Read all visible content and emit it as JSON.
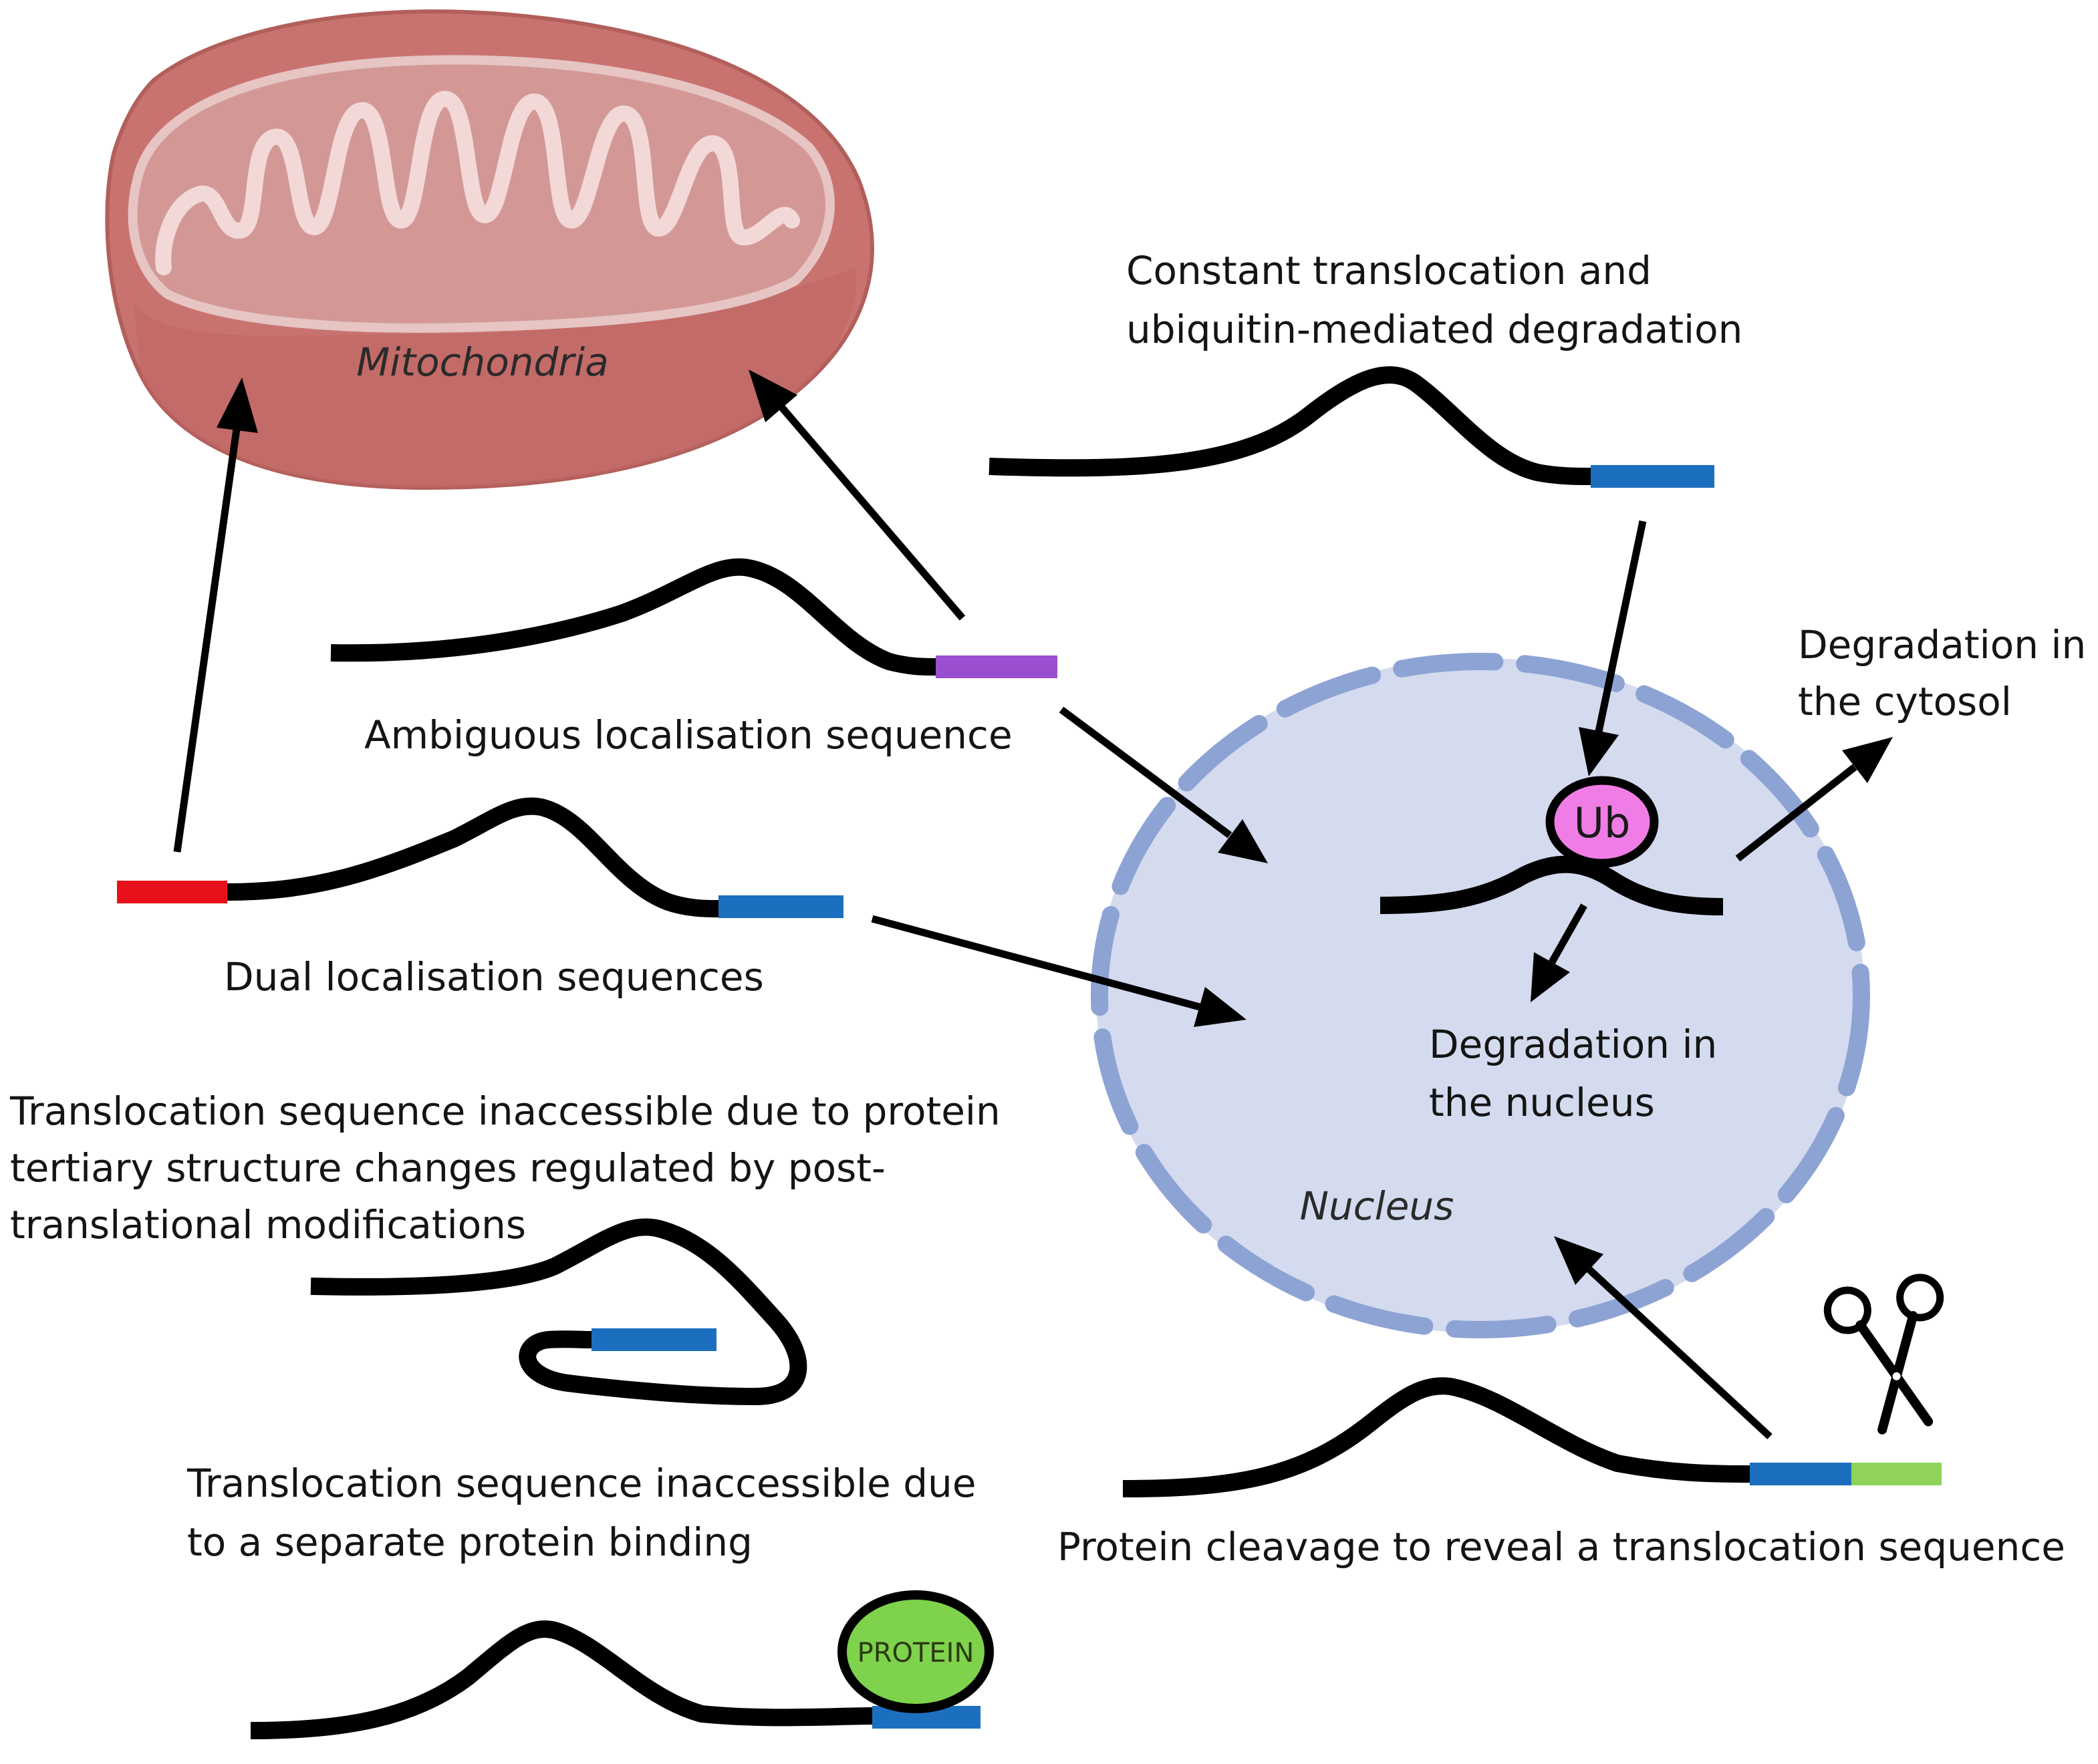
{
  "labels": {
    "mitochondria": "Mitochondria",
    "nucleus": "Nucleus",
    "constant_line1": "Constant translocation and",
    "constant_line2": "ubiquitin-mediated degradation",
    "ambiguous": "Ambiguous localisation sequence",
    "dual": "Dual localisation sequences",
    "cytosol_line1": "Degradation in",
    "cytosol_line2": "the cytosol",
    "nucleus_deg_line1": "Degradation in",
    "nucleus_deg_line2": "the nucleus",
    "tertiary_line1": "Translocation sequence inaccessible due to protein",
    "tertiary_line2": "tertiary structure changes regulated by post-",
    "tertiary_line3": "translational modifications",
    "binding_line1": "Translocation sequence inaccessible due",
    "binding_line2": "to a separate protein binding",
    "cleavage": "Protein cleavage to reveal  a translocation sequence",
    "ub": "Ub",
    "protein": "PROTEIN"
  },
  "colors": {
    "chain": "#000000",
    "nuclear_signal": "#1c6fbe",
    "ambiguous_signal": "#9a4fd0",
    "mito_signal": "#e8101a",
    "cleavable_signal": "#8fd35a",
    "ub_fill": "#f07de6",
    "protein_fill": "#7ed24c",
    "nucleus_fill": "#d4dbef",
    "nucleus_membrane": "#8da3d4",
    "mito_outer": "#c9706c",
    "mito_inner": "#d9a2a0"
  },
  "icons": [
    "scissors-icon"
  ]
}
